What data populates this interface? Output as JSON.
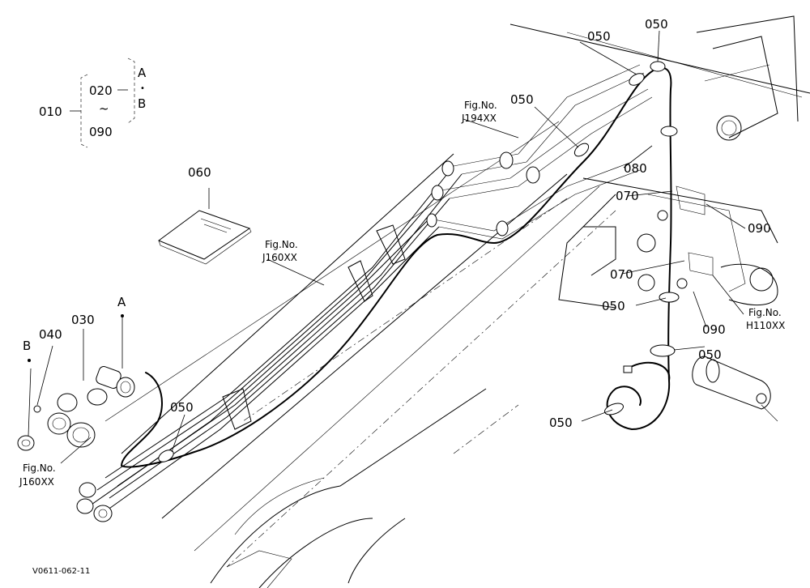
{
  "diagram": {
    "drawing_code": "V0611-062-11",
    "legend": {
      "root": "010",
      "range_start": "020",
      "range_sep": "~",
      "range_end": "090",
      "variant_a": "A",
      "variant_dot": "•",
      "variant_b": "B"
    },
    "part_labels": {
      "p030": "030",
      "p040": "040",
      "p050_a": "050",
      "p050_b": "050",
      "p050_c": "050",
      "p050_d": "050",
      "p050_e": "050",
      "p050_f": "050",
      "p050_g": "050",
      "p060": "060",
      "p070_a": "070",
      "p070_b": "070",
      "p080": "080",
      "p090_a": "090",
      "p090_b": "090"
    },
    "point_labels": {
      "a": "A",
      "b": "B"
    },
    "fig_refs": [
      {
        "prefix": "Fig.No.",
        "code": "J194XX"
      },
      {
        "prefix": "Fig.No.",
        "code": "J160XX"
      },
      {
        "prefix": "Fig.No.",
        "code": "J160XX"
      },
      {
        "prefix": "Fig.No.",
        "code": "H110XX"
      }
    ]
  }
}
